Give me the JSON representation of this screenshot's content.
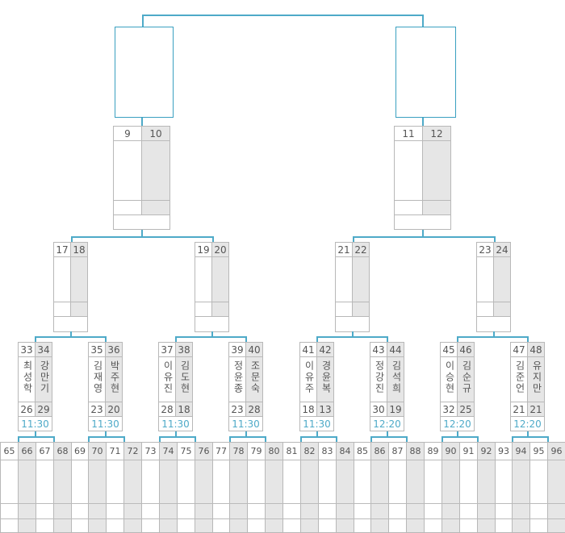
{
  "round_final": {
    "left": "",
    "right": ""
  },
  "semis": [
    {
      "a": "9",
      "b": "10"
    },
    {
      "a": "11",
      "b": "12"
    }
  ],
  "quarters": [
    {
      "a": "17",
      "b": "18"
    },
    {
      "a": "19",
      "b": "20"
    },
    {
      "a": "21",
      "b": "22"
    },
    {
      "a": "23",
      "b": "24"
    }
  ],
  "round16": [
    {
      "a": "33",
      "b": "34",
      "name_a": "최성학",
      "name_b": "강만기",
      "score_a": "26",
      "score_b": "29",
      "time": "11:30"
    },
    {
      "a": "35",
      "b": "36",
      "name_a": "김재영",
      "name_b": "박주현",
      "score_a": "23",
      "score_b": "20",
      "time": "11:30"
    },
    {
      "a": "37",
      "b": "38",
      "name_a": "이유진",
      "name_b": "김도현",
      "score_a": "28",
      "score_b": "18",
      "time": "11:30"
    },
    {
      "a": "39",
      "b": "40",
      "name_a": "정윤종",
      "name_b": "조문숙",
      "score_a": "23",
      "score_b": "28",
      "time": "11:30"
    },
    {
      "a": "41",
      "b": "42",
      "name_a": "이유주",
      "name_b": "경윤복",
      "score_a": "18",
      "score_b": "13",
      "time": "11:30"
    },
    {
      "a": "43",
      "b": "44",
      "name_a": "정강진",
      "name_b": "김석희",
      "score_a": "30",
      "score_b": "19",
      "time": "12:20"
    },
    {
      "a": "45",
      "b": "46",
      "name_a": "이승현",
      "name_b": "김순규",
      "score_a": "32",
      "score_b": "25",
      "time": "12:20"
    },
    {
      "a": "47",
      "b": "48",
      "name_a": "김준언",
      "name_b": "유지만",
      "score_a": "21",
      "score_b": "21",
      "time": "12:20"
    }
  ],
  "bottom_numbers": [
    "65",
    "66",
    "67",
    "68",
    "69",
    "70",
    "71",
    "72",
    "73",
    "74",
    "75",
    "76",
    "77",
    "78",
    "79",
    "80",
    "81",
    "82",
    "83",
    "84",
    "85",
    "86",
    "87",
    "88",
    "89",
    "90",
    "91",
    "92",
    "93",
    "94",
    "95",
    "96"
  ]
}
